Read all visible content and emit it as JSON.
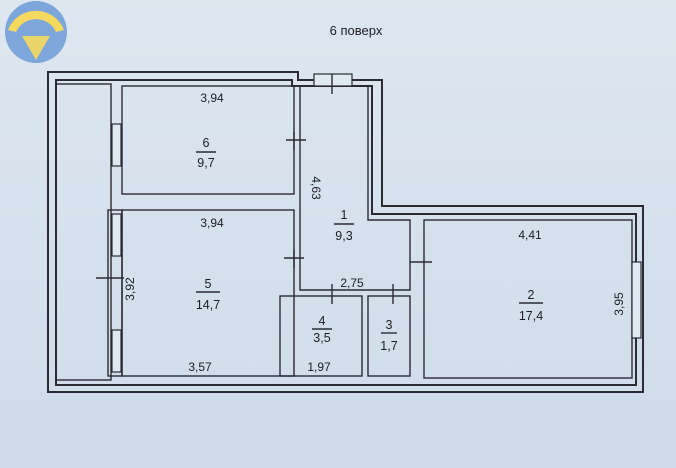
{
  "floor_label": "6 поверх",
  "rooms": [
    {
      "id": "6",
      "area": "9,7",
      "dim_top": "3,94"
    },
    {
      "id": "5",
      "area": "14,7",
      "dim_top": "3,94",
      "dim_left": "3,92",
      "dim_bottom": "3,57"
    },
    {
      "id": "1",
      "area": "9,3",
      "dim_side": "4,63",
      "dim_bottom": "2,75"
    },
    {
      "id": "4",
      "area": "3,5",
      "dim_bottom": "1,97"
    },
    {
      "id": "3",
      "area": "1,7"
    },
    {
      "id": "2",
      "area": "17,4",
      "dim_top": "4,41",
      "dim_right": "3,95"
    }
  ],
  "colors": {
    "logo_blue": "#3a78c8",
    "logo_yellow": "#f2cc2a",
    "line": "#2b2b33"
  }
}
